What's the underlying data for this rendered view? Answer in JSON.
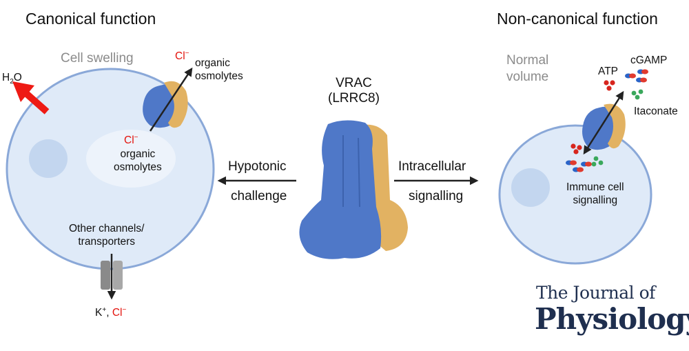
{
  "left": {
    "title": "Canonical function",
    "state": "Cell swelling",
    "water": {
      "main": "H",
      "sub": "2",
      "tail": "O"
    },
    "efflux_ion": "Cl",
    "efflux_ion_sup": "−",
    "efflux_text": "organic",
    "efflux_text2": "osmolytes",
    "inner_ion": "Cl",
    "inner_ion_sup": "−",
    "inner_text": "organic",
    "inner_text2": "osmolytes",
    "other_line1": "Other channels/",
    "other_line2": "transporters",
    "kcl_k": "K",
    "kcl_k_sup": "+",
    "kcl_sep": ", ",
    "kcl_cl": "Cl",
    "kcl_cl_sup": "−"
  },
  "center": {
    "name_line1": "VRAC",
    "name_line2": "(LRRC8)",
    "left_arrow_line1": "Hypotonic",
    "left_arrow_line2": "challenge",
    "right_arrow_line1": "Intracellular",
    "right_arrow_line2": "signalling"
  },
  "right": {
    "title": "Non-canonical function",
    "state_line1": "Normal",
    "state_line2": "volume",
    "atp": "ATP",
    "cgamp": "cGAMP",
    "itaconate": "Itaconate",
    "immune_line1": "Immune cell",
    "immune_line2": "signalling"
  },
  "journal": {
    "line1": "The Journal of",
    "line2": "Physiology"
  },
  "colors": {
    "protein_blue": "#4f78c8",
    "protein_tan": "#e2b262",
    "cell_fill": "#dfeaf8",
    "cell_border": "#8aa8d8",
    "nucleus": "#c3d6ef",
    "red_arrow": "#ee1a14",
    "journal_navy": "#1f2f4f"
  }
}
